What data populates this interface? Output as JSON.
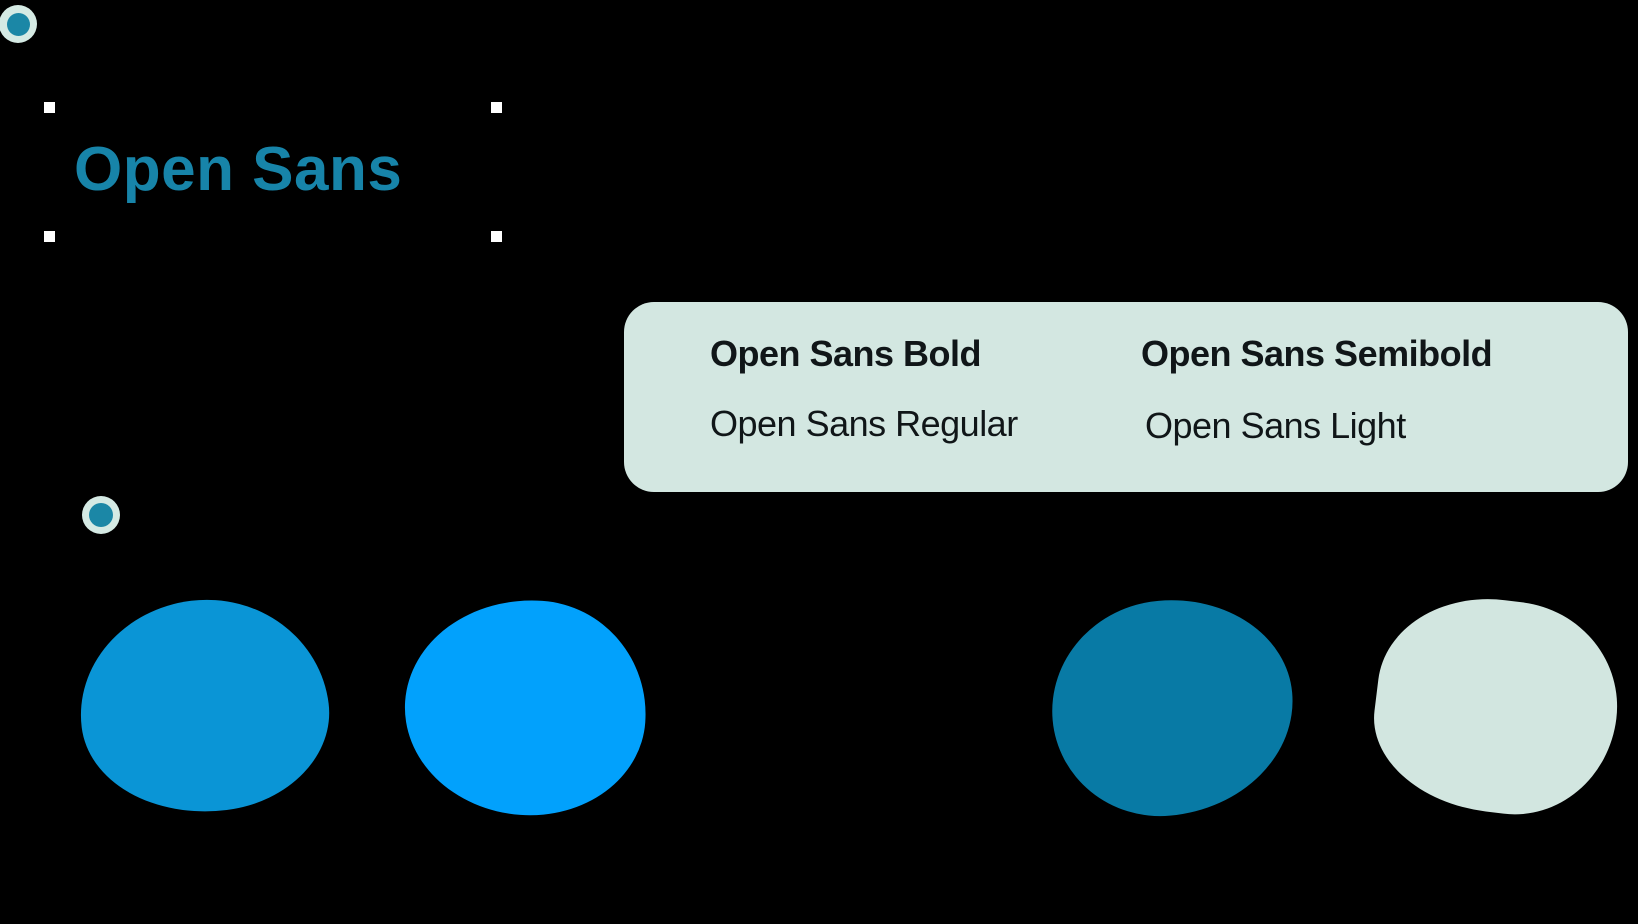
{
  "canvas": {
    "background_color": "#000000",
    "description": "design-editor canvas with selected text object"
  },
  "title_object": {
    "text": "Open Sans",
    "color": "#1784A9",
    "selection_handle_color": "#FFFFFF"
  },
  "markers": [
    {
      "name": "bullet-marker-top-left",
      "outer_color": "#D5EAE4",
      "inner_color": "#1B87A6"
    },
    {
      "name": "bullet-marker-middle-left",
      "outer_color": "#D5EAE4",
      "inner_color": "#1B87A6"
    }
  ],
  "font_samples": {
    "panel_background": "#D3E7E1",
    "text_color": "#101618",
    "items": [
      {
        "label": "Open Sans Bold",
        "weight": "bold"
      },
      {
        "label": "Open Sans Semibold",
        "weight": "semibold"
      },
      {
        "label": "Open Sans Regular",
        "weight": "regular"
      },
      {
        "label": "Open Sans Light",
        "weight": "light"
      }
    ]
  },
  "color_blobs": [
    {
      "name": "blue",
      "color": "#0A95D6"
    },
    {
      "name": "azure",
      "color": "#02A1FC"
    },
    {
      "name": "dark-teal-blue",
      "color": "#087AA5"
    },
    {
      "name": "pale-mint",
      "color": "#D2E6E0"
    }
  ]
}
